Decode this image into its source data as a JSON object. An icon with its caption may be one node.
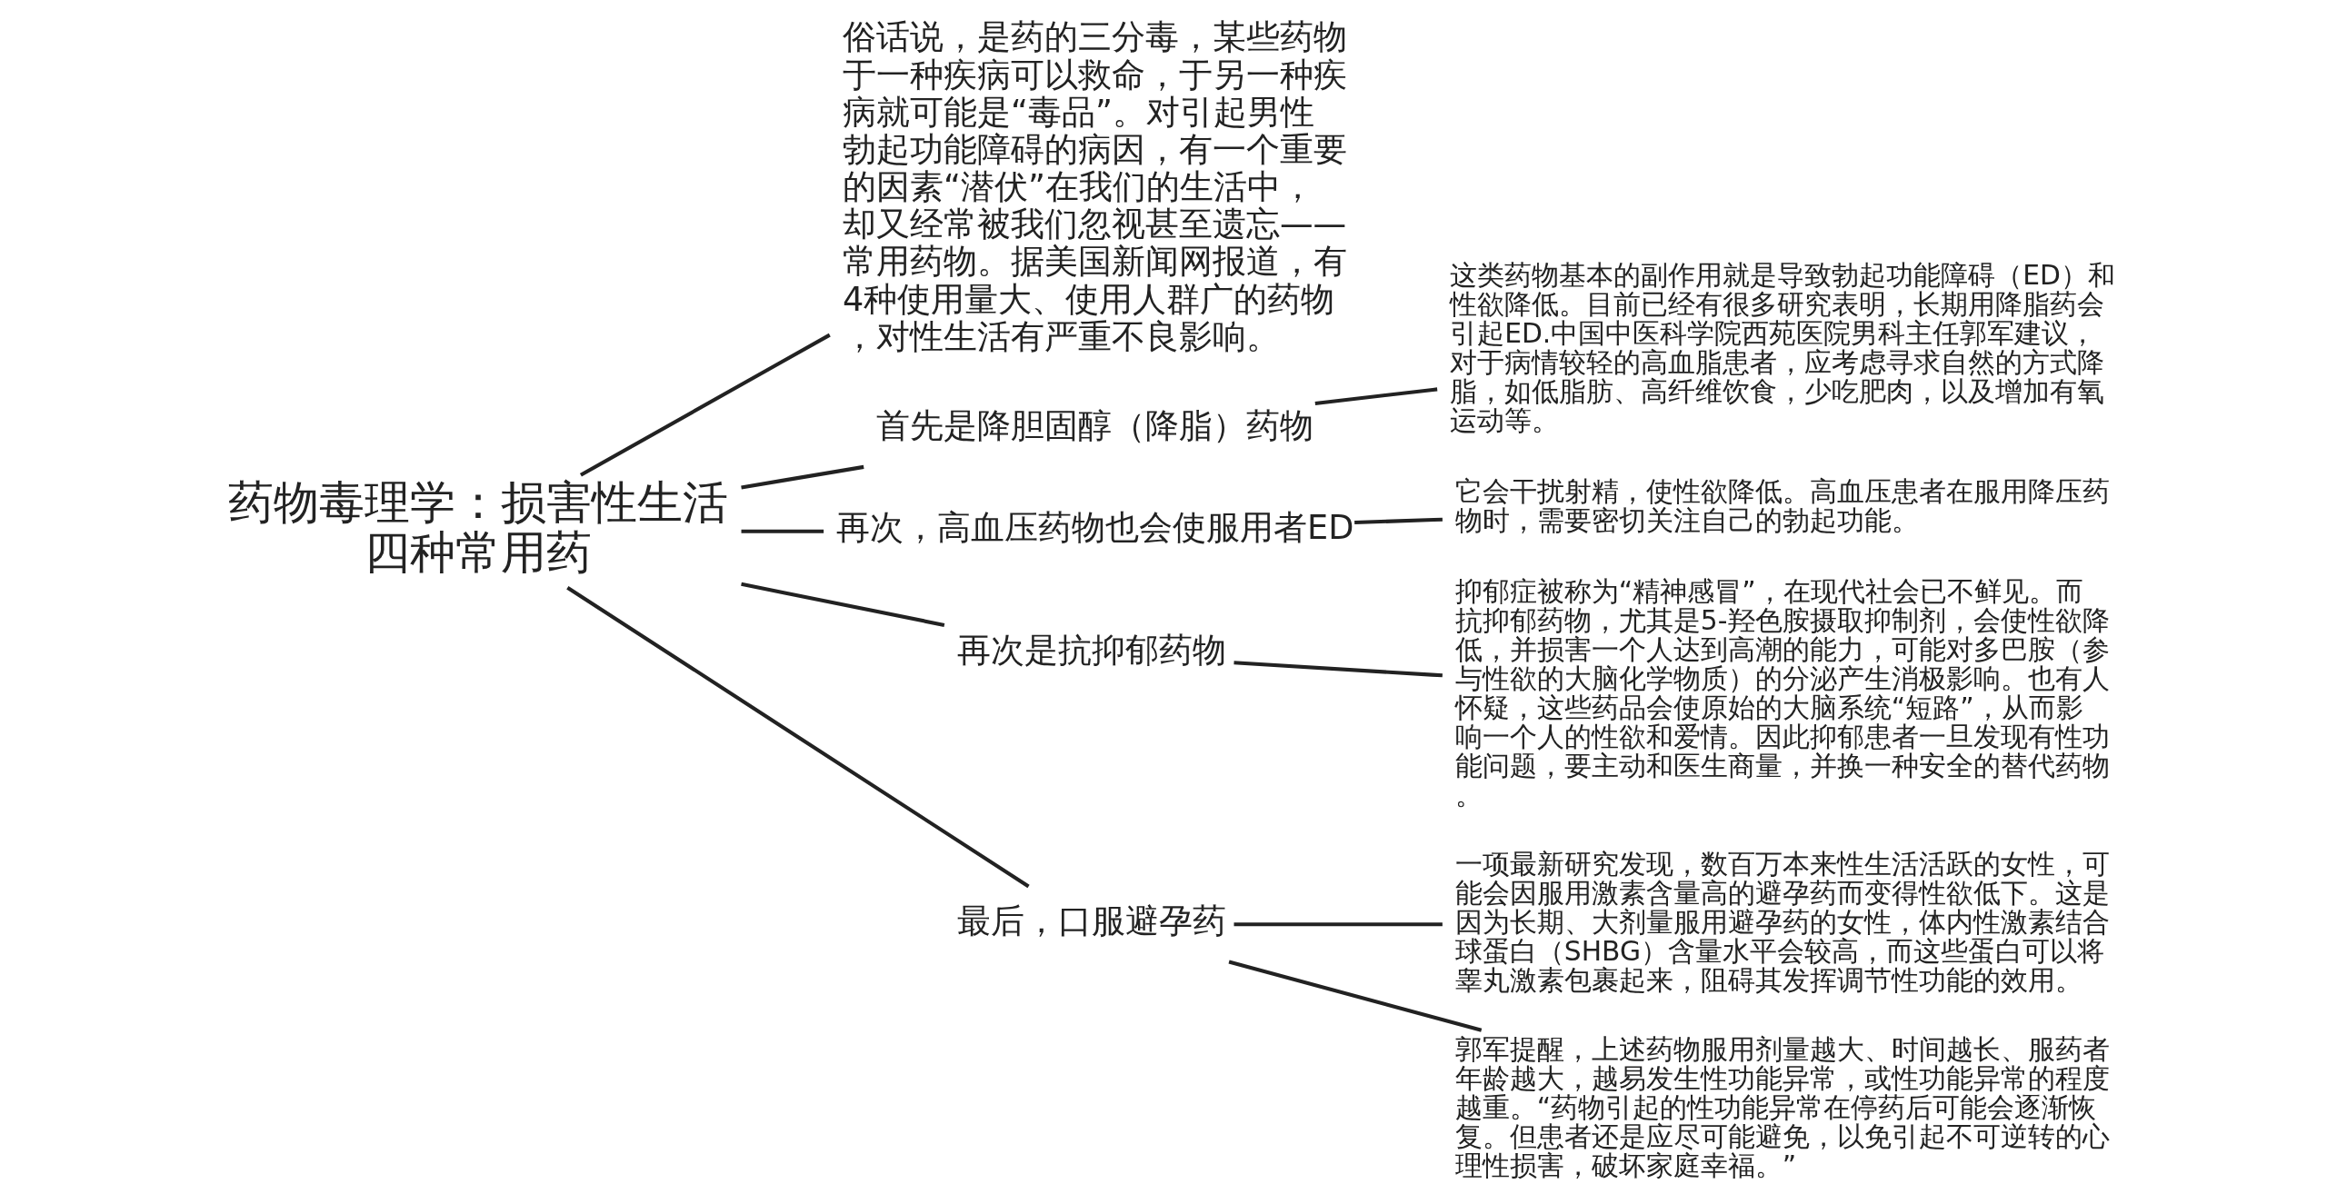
{
  "diagram": {
    "nodes": [
      {
        "text": [
          "药物毒理学：损害性生活四种常用药"
        ]
      },
      {
        "text": [
          "俗话说，是药的三分毒，某些药物于一种疾病可以救命，于另一种疾病就可能是“毒品”。对引起男性勃起功能障碍的病因，有一个重要的因素“潜伏”在我们的生活中，却又经常被我们忽视甚至遗忘——常用药物。据美国新闻网报道，有4种使用量大、使用人群广的药物，对性生活有严重不良影响。"
        ]
      },
      {
        "text": [
          "首先是降胆固醇（降脂）药物"
        ]
      },
      {
        "text": [
          "这类药物基本的副作用就是导致勃起功能障碍（ED）和性欲降低。目前已经有很多研究表明，长期用降脂药会引起ED.中国中医科学院西苑医院男科主任郭军建议，对于病情较轻的高血脂患者，应考虑寻求自然的方式降脂，如低脂肪、高纤维饮食，少吃肥肉，以及增加有氧运动等。"
        ]
      },
      {
        "text": [
          "再次，高血压药物也会使服用者ED"
        ]
      },
      {
        "text": [
          "它会干扰射精，使性欲降低。高血压患者在服用降压药物时，需要密切关注自己的勃起功能。"
        ]
      },
      {
        "text": [
          "再次是抗抑郁药物"
        ]
      },
      {
        "text": [
          "抑郁症被称为“精神感冒”，在现代社会已不鲜见。而抗抑郁药物，尤其是5-羟色胺摄取抑制剂，会使性欲降低，并损害一个人达到高潮的能力，可能对多巴胺（参与性欲的大脑化学物质）的分泌产生消极影响。也有人怀疑，这些药品会使原始的大脑系统“短路”，从而影响一个人的性欲和爱情。因此抑郁患者一旦发现有性功能问题，要主动和医生商量，并换一种安全的替代药物。"
        ]
      },
      {
        "text": [
          "最后，口服避孕药"
        ]
      },
      {
        "text": [
          "一项最新研究发现，数百万本来性生活活跃的女性，可能会因服用激素含量高的避孕药而变得性欲低下。这是因为长期、大剂量服用避孕药的女性，体内性激素结合球蛋白（SHBG）含量水平会较高，而这些蛋白可以将睾丸激素包裹起来，阻碍其发挥调节性功能的效用。"
        ]
      },
      {
        "text": [
          "郭军提醒，上述药物服用剂量越大、时间越长、服药者年龄越大，越易发生性功能异常，或性功能异常的程度越重。“药物引起的性功能异常在停药后可能会逐渐恢复。但患者还是应尽可能避免，以免引起不可逆转的心理性损害，破坏家庭幸福。”"
        ]
      }
    ],
    "edges": [
      {
        "from": 0,
        "to": 1,
        "arrow": "none"
      },
      {
        "from": 0,
        "to": 2,
        "arrow": "none"
      },
      {
        "from": 2,
        "to": 3,
        "arrow": "none"
      },
      {
        "from": 0,
        "to": 4,
        "arrow": "none"
      },
      {
        "from": 4,
        "to": 5,
        "arrow": "none"
      },
      {
        "from": 0,
        "to": 6,
        "arrow": "none"
      },
      {
        "from": 6,
        "to": 7,
        "arrow": "none"
      },
      {
        "from": 0,
        "to": 8,
        "arrow": "none"
      },
      {
        "from": 8,
        "to": 9,
        "arrow": "none"
      },
      {
        "from": 8,
        "to": 10,
        "arrow": "none"
      }
    ]
  }
}
